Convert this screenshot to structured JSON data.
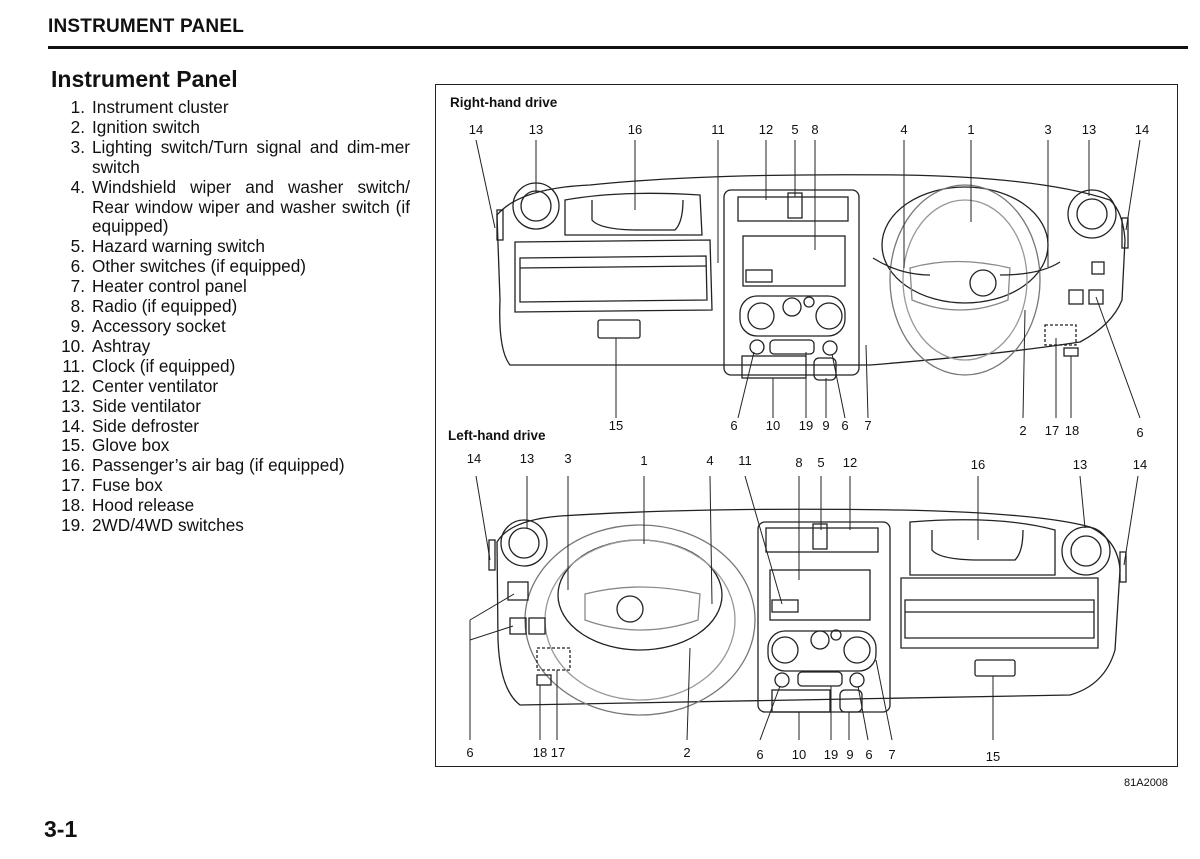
{
  "header": {
    "title": "INSTRUMENT PANEL"
  },
  "section": {
    "title": "Instrument Panel"
  },
  "items": [
    {
      "num": "1.",
      "text": "Instrument cluster"
    },
    {
      "num": "2.",
      "text": "Ignition switch"
    },
    {
      "num": "3.",
      "text": "Lighting switch/Turn signal and dim-mer switch"
    },
    {
      "num": "4.",
      "text": "Windshield wiper and washer switch/ Rear window wiper and washer switch (if equipped)"
    },
    {
      "num": "5.",
      "text": "Hazard warning switch"
    },
    {
      "num": "6.",
      "text": "Other switches (if equipped)"
    },
    {
      "num": "7.",
      "text": "Heater control panel"
    },
    {
      "num": "8.",
      "text": "Radio (if equipped)"
    },
    {
      "num": "9.",
      "text": "Accessory socket"
    },
    {
      "num": "10.",
      "text": "Ashtray"
    },
    {
      "num": "11.",
      "text": "Clock (if equipped)"
    },
    {
      "num": "12.",
      "text": "Center ventilator"
    },
    {
      "num": "13.",
      "text": "Side ventilator"
    },
    {
      "num": "14.",
      "text": "Side defroster"
    },
    {
      "num": "15.",
      "text": "Glove box"
    },
    {
      "num": "16.",
      "text": "Passenger’s air bag (if equipped)"
    },
    {
      "num": "17.",
      "text": "Fuse box"
    },
    {
      "num": "18.",
      "text": "Hood release"
    },
    {
      "num": "19.",
      "text": "2WD/4WD switches"
    }
  ],
  "figure": {
    "rhd_caption": "Right-hand drive",
    "lhd_caption": "Left-hand drive",
    "code": "81A2008",
    "rhd_top_callouts": [
      "14",
      "13",
      "16",
      "11",
      "12",
      "5",
      "8",
      "4",
      "1",
      "3",
      "13",
      "14"
    ],
    "rhd_bottom_callouts": [
      "15",
      "6",
      "10",
      "19",
      "9",
      "6",
      "7",
      "2",
      "17",
      "18",
      "6"
    ],
    "lhd_top_callouts": [
      "14",
      "13",
      "3",
      "1",
      "4",
      "11",
      "8",
      "5",
      "12",
      "16",
      "13",
      "14"
    ],
    "lhd_bottom_callouts": [
      "6",
      "18",
      "17",
      "2",
      "6",
      "10",
      "19",
      "9",
      "6",
      "7",
      "15"
    ]
  },
  "page": {
    "number": "3-1"
  }
}
